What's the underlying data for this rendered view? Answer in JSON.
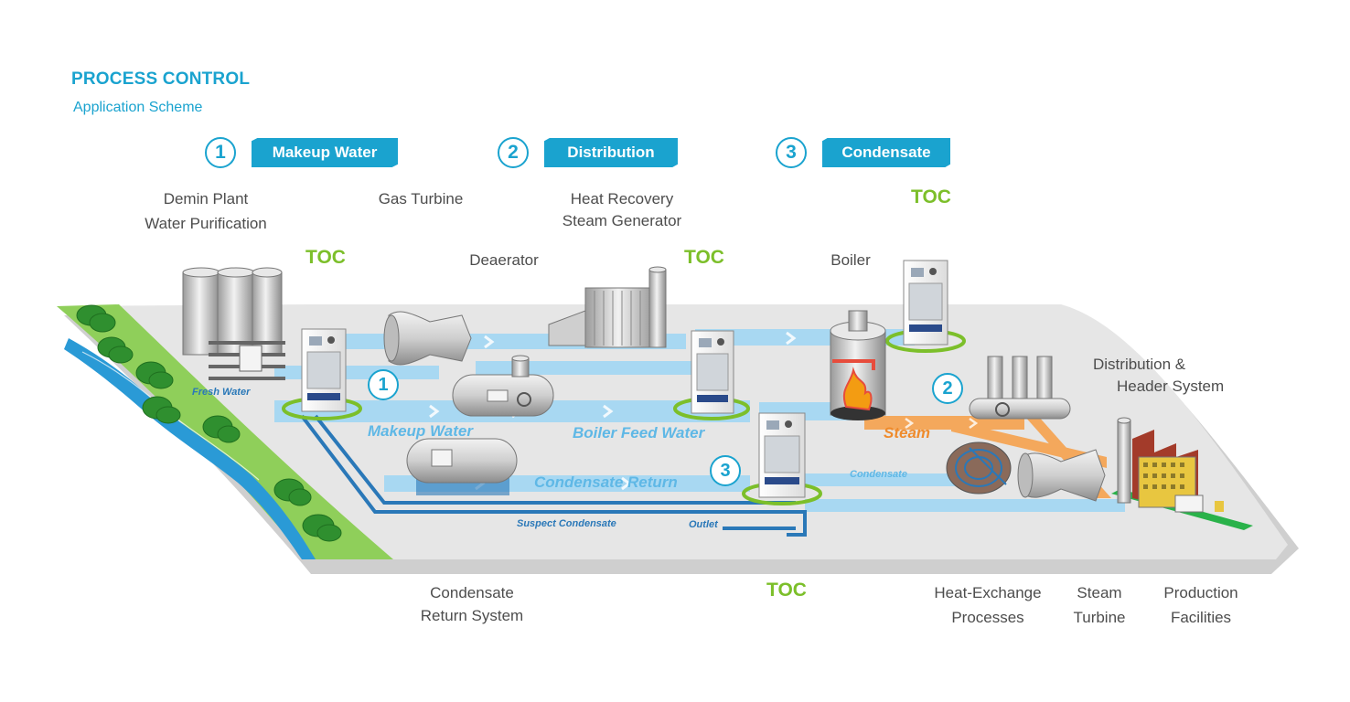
{
  "header": {
    "title": "PROCESS CONTROL",
    "subtitle": "Application Scheme"
  },
  "steps": [
    {
      "number": "1",
      "label": "Makeup Water"
    },
    {
      "number": "2",
      "label": "Distribution"
    },
    {
      "number": "3",
      "label": "Condensate"
    }
  ],
  "labels": {
    "demin_line1": "Demin Plant",
    "demin_line2": "Water Purification",
    "gas_turbine": "Gas Turbine",
    "hrsg_line1": "Heat Recovery",
    "hrsg_line2": "Steam Generator",
    "deaerator": "Deaerator",
    "boiler": "Boiler",
    "distribution_line1": "Distribution &",
    "distribution_line2": "Header System",
    "condensate_return_line1": "Condensate",
    "condensate_return_line2": "Return System",
    "heat_exchange_line1": "Heat-Exchange",
    "heat_exchange_line2": "Processes",
    "steam_turbine_line1": "Steam",
    "steam_turbine_line2": "Turbine",
    "production_line1": "Production",
    "production_line2": "Facilities"
  },
  "toc": {
    "label": "TOC"
  },
  "flows": {
    "fresh_water": "Fresh Water",
    "makeup_water": "Makeup Water",
    "boiler_feed_water": "Boiler Feed Water",
    "steam": "Steam",
    "condensate_return": "Condensate Return",
    "condensate": "Condensate",
    "suspect_condensate": "Suspect Condensate",
    "outlet": "Outlet"
  },
  "badges": {
    "b1": "1",
    "b2": "2",
    "b3": "3"
  },
  "colors": {
    "accent": "#1aa3cf",
    "toc": "#7cbf2a",
    "water": "#5fb8e6",
    "steam": "#ef8b2c",
    "return": "#2a78b8"
  }
}
